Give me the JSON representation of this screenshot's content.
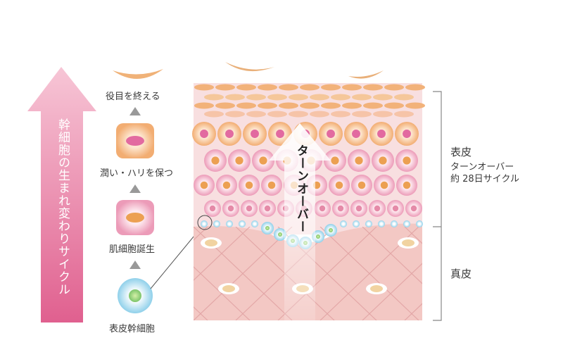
{
  "cycle_arrow_label": "幹細胞の生まれ変わりサイクル",
  "stages": {
    "end": "役目を終える",
    "moisture": "潤い・ハリを保つ",
    "birth": "肌細胞誕生",
    "stem": "表皮幹細胞"
  },
  "turnover_label": "ターンオーバー",
  "epidermis": {
    "title": "表皮",
    "line1": "ターンオーバー",
    "line2": "約 28日サイクル"
  },
  "dermis": {
    "title": "真皮"
  },
  "colors": {
    "arrow_pink": "#e57aa2",
    "epidermis_bg": "#f8dfe0",
    "dermis_bg": "#f3c8c4",
    "orange_cell": "#f2b27a",
    "pink_cell": "#ef9fbf",
    "stem_blue": "#8fd0ea"
  }
}
